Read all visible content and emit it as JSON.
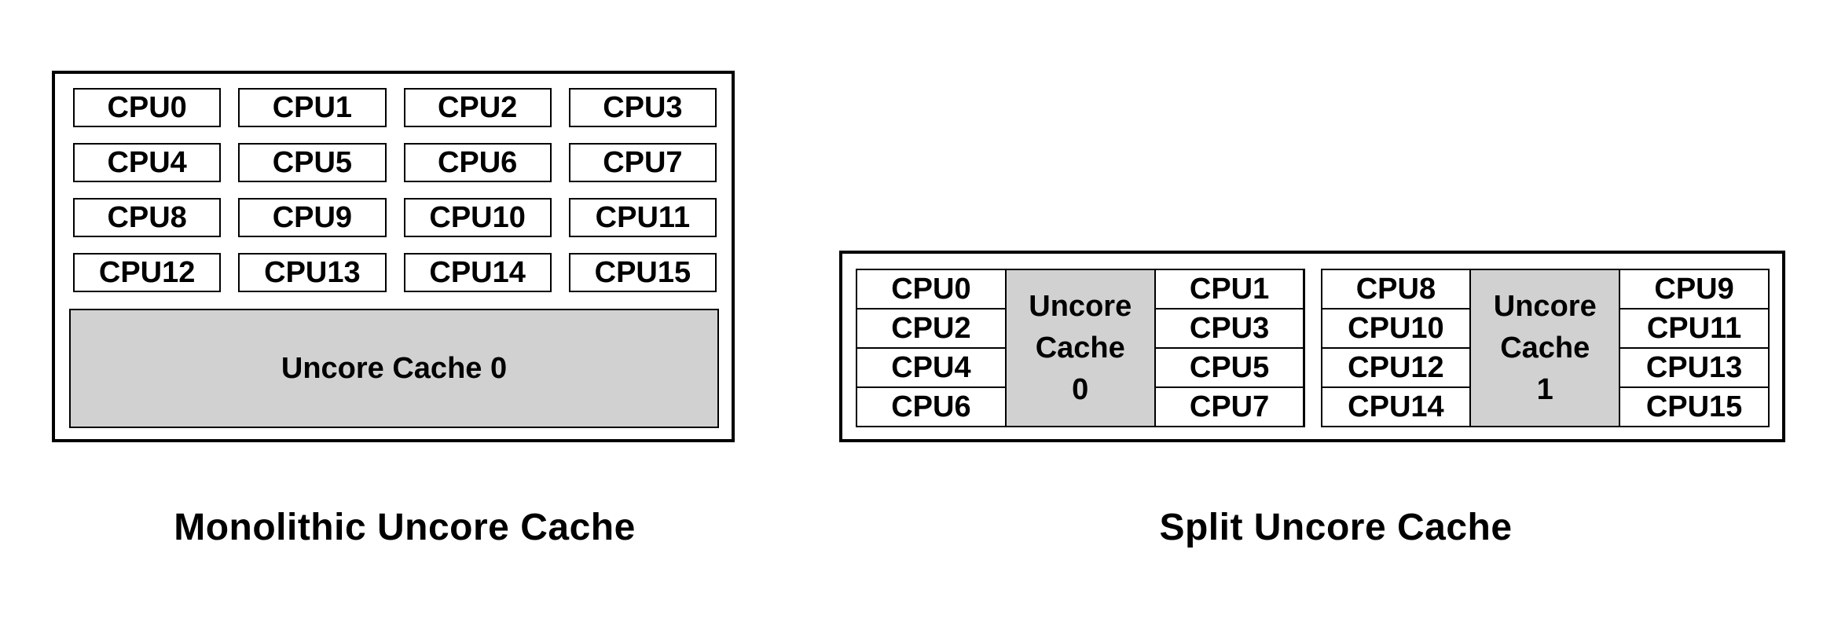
{
  "colors": {
    "cache_fill": "#d1d1d1",
    "border": "#000000",
    "background": "#ffffff"
  },
  "monolithic": {
    "caption": "Monolithic Uncore Cache",
    "cache_label": "Uncore Cache 0",
    "cpus": [
      "CPU0",
      "CPU1",
      "CPU2",
      "CPU3",
      "CPU4",
      "CPU5",
      "CPU6",
      "CPU7",
      "CPU8",
      "CPU9",
      "CPU10",
      "CPU11",
      "CPU12",
      "CPU13",
      "CPU14",
      "CPU15"
    ]
  },
  "split": {
    "caption": "Split Uncore Cache",
    "clusters": [
      {
        "left_cpus": [
          "CPU0",
          "CPU2",
          "CPU4",
          "CPU6"
        ],
        "cache_lines": [
          "Uncore",
          "Cache",
          "0"
        ],
        "right_cpus": [
          "CPU1",
          "CPU3",
          "CPU5",
          "CPU7"
        ]
      },
      {
        "left_cpus": [
          "CPU8",
          "CPU10",
          "CPU12",
          "CPU14"
        ],
        "cache_lines": [
          "Uncore",
          "Cache",
          "1"
        ],
        "right_cpus": [
          "CPU9",
          "CPU11",
          "CPU13",
          "CPU15"
        ]
      }
    ]
  }
}
